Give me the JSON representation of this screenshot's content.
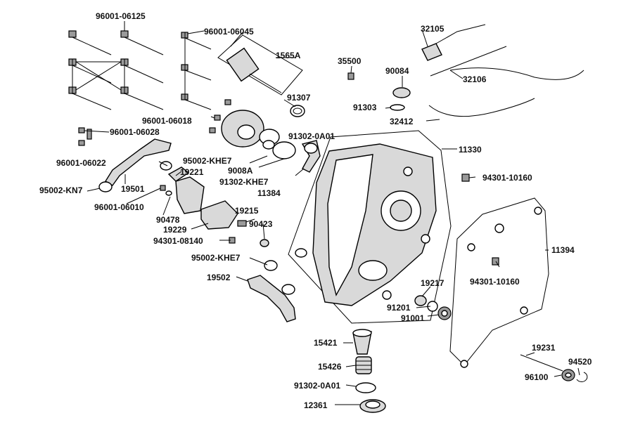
{
  "diagram": {
    "part_numbers": [
      "96001-06125",
      "96001-06045",
      "1565A",
      "91307",
      "96001-06018",
      "96001-06028",
      "96001-06022",
      "95002-KHE7",
      "19221",
      "9008A",
      "91302-KHE7",
      "91302-0A01",
      "11384",
      "95002-KN7",
      "19501",
      "96001-06010",
      "90478",
      "19215",
      "90423",
      "19229",
      "94301-08140",
      "95002-KHE7",
      "19502",
      "32105",
      "35500",
      "90084",
      "32106",
      "91303",
      "32412",
      "11330",
      "94301-10160",
      "11394",
      "94301-10160",
      "19217",
      "91201",
      "91001",
      "15421",
      "15426",
      "91302-0A01",
      "12361",
      "19231",
      "94520",
      "96100"
    ]
  }
}
